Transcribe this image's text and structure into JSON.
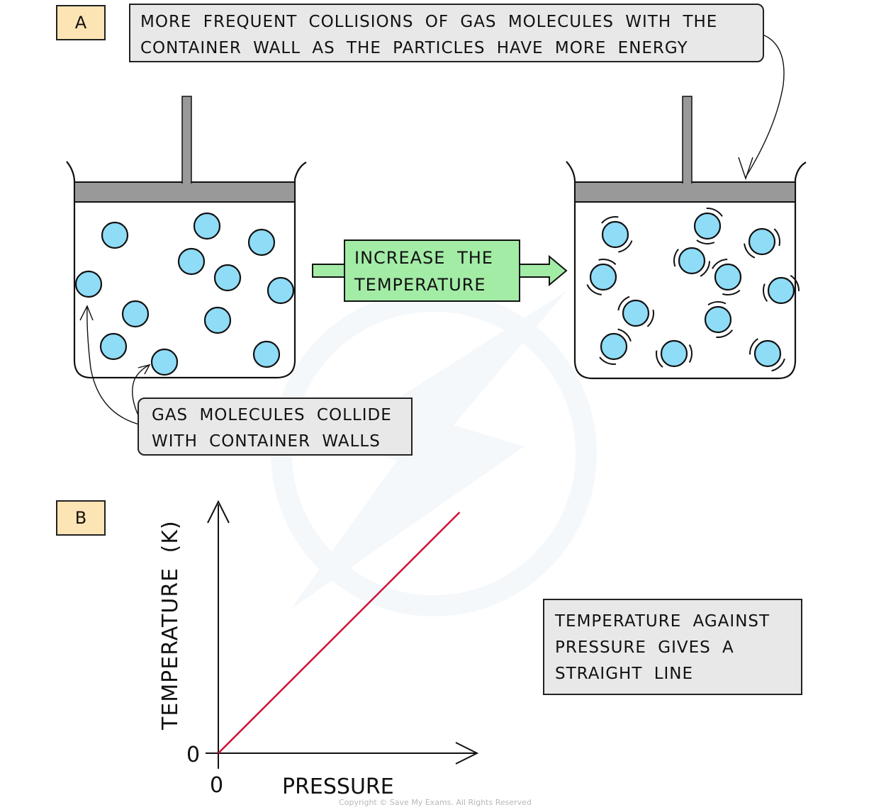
{
  "panels": {
    "a": {
      "label": "A",
      "top_note": "MORE FREQUENT COLLISIONS OF GAS MOLECULES WITH THE\nCONTAINER WALL AS THE PARTICLES HAVE MORE ENERGY",
      "process_label": "INCREASE THE\nTEMPERATURE",
      "bottom_note": "GAS MOLECULES COLLIDE\nWITH CONTAINER WALLS",
      "containers": [
        {
          "name": "before-heating",
          "molecule_count": 12,
          "vibrating": false
        },
        {
          "name": "after-heating",
          "molecule_count": 12,
          "vibrating": true
        }
      ]
    },
    "b": {
      "label": "B",
      "note": "TEMPERATURE AGAINST\nPRESSURE GIVES A\nSTRAIGHT LINE"
    }
  },
  "colors": {
    "molecule": "#8fdcf7",
    "piston": "#999999",
    "process_box": "#a3eca6",
    "label_tag": "#fde4b4",
    "callout": "#e8e8e8",
    "plot_line": "#d0103a"
  },
  "chart_data": {
    "type": "line",
    "title": "",
    "xlabel": "PRESSURE",
    "ylabel": "TEMPERATURE (K)",
    "x_ticks": [
      "0"
    ],
    "y_ticks": [
      "0"
    ],
    "series": [
      {
        "name": "temperature-vs-pressure",
        "x": [
          0,
          1
        ],
        "y": [
          0,
          1
        ]
      }
    ],
    "xlim": [
      0,
      1.04
    ],
    "ylim": [
      0,
      0.96
    ],
    "grid": false,
    "legend": "none",
    "note": "Axes are unscaled; the line is straight and passes through the origin (direct proportionality)."
  },
  "footer": {
    "copyright": "Copyright © Save My Exams. All Rights Reserved"
  }
}
